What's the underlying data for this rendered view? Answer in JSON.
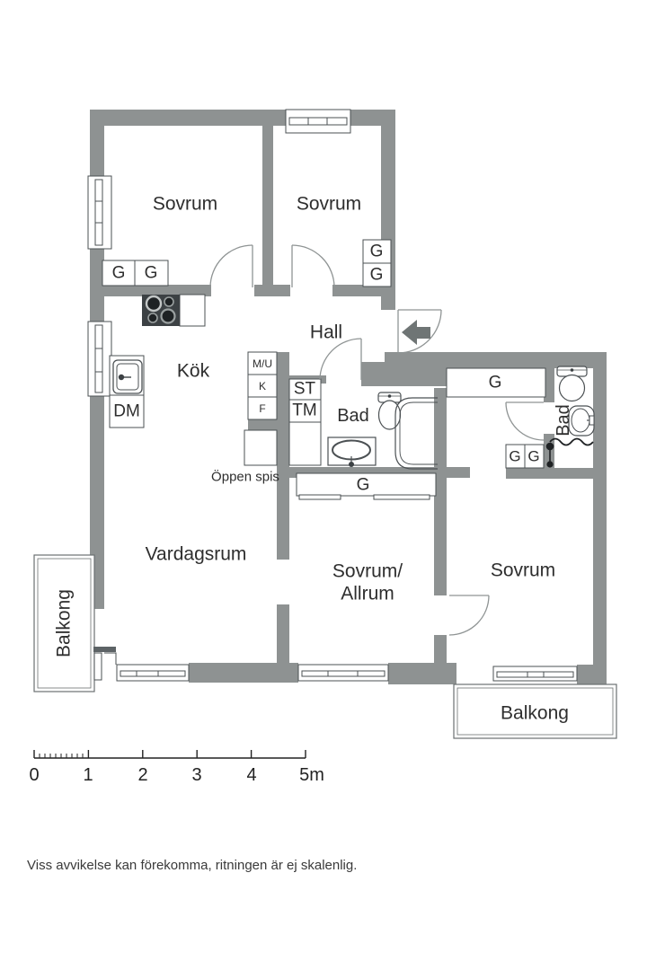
{
  "floorplan": {
    "rooms": {
      "bedroom1": "Sovrum",
      "bedroom2": "Sovrum",
      "kitchen": "Kök",
      "hall": "Hall",
      "bath1": "Bad",
      "bath2": "Bad",
      "living": "Vardagsrum",
      "family1": "Sovrum/",
      "family2": "Allrum",
      "bedroom3": "Sovrum",
      "balcony_left": "Balkong",
      "balcony_right": "Balkong"
    },
    "labels": {
      "closet": "G",
      "dishwasher": "DM",
      "cleaning": "ST",
      "washer": "TM",
      "micro_oven": "M/U",
      "fridge": "K",
      "freezer": "F",
      "fireplace": "Öppen spis"
    },
    "scale_ticks": [
      "0",
      "1",
      "2",
      "3",
      "4",
      "5m"
    ],
    "disclaimer": "Viss avvikelse kan förekomma, ritningen är ej skalenlig.",
    "colors": {
      "wall": "#8e9292",
      "line": "#4b5053",
      "dark": "#3c4144",
      "text": "#2e2e2e"
    }
  }
}
